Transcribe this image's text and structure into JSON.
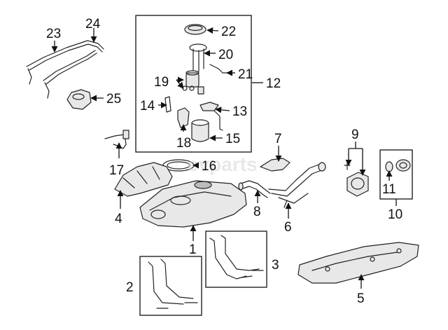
{
  "diagram": {
    "watermark": "evparts",
    "callouts": {
      "c1": "1",
      "c2": "2",
      "c3": "3",
      "c4": "4",
      "c5": "5",
      "c6": "6",
      "c7": "7",
      "c8": "8",
      "c9": "9",
      "c10": "10",
      "c11": "11",
      "c12": "12",
      "c13": "13",
      "c14": "14",
      "c15": "15",
      "c16": "16",
      "c17": "17",
      "c18": "18",
      "c19": "19",
      "c20": "20",
      "c21": "21",
      "c22": "22",
      "c23": "23",
      "c24": "24",
      "c25": "25"
    }
  }
}
